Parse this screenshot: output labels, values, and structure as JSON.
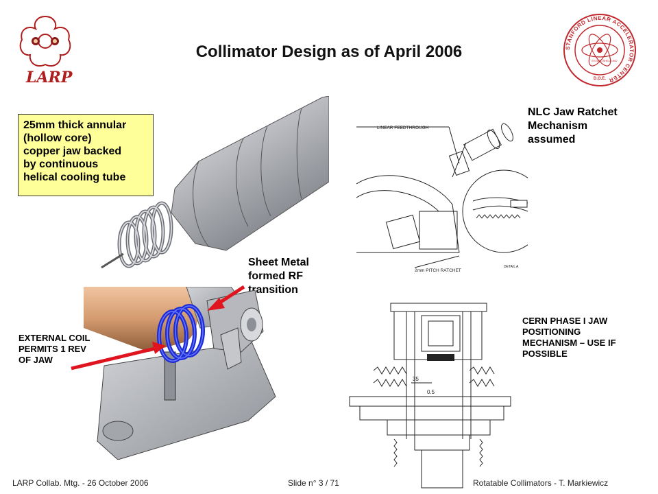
{
  "slide": {
    "title": "Collimator Design as of April 2006",
    "larp_logo_text": "LARP",
    "callout_lines": [
      "25mm thick annular",
      "(hollow core)",
      "copper jaw backed",
      "by continuous",
      "helical cooling tube"
    ],
    "nlc_label_lines": [
      "NLC Jaw Ratchet",
      "Mechanism",
      "assumed"
    ],
    "sheet_metal_lines": [
      "Sheet Metal",
      "formed RF",
      "transition"
    ],
    "external_coil_lines": [
      "EXTERNAL COIL",
      "PERMITS 1 REV",
      "OF JAW"
    ],
    "cern_lines": [
      "CERN PHASE I JAW",
      "POSITIONING",
      "MECHANISM – USE IF",
      "POSSIBLE"
    ],
    "drawing_labels": {
      "linear_feedthrough": "LINEAR FEEDTHROUGH",
      "pitch_ratchet": "2mm PITCH RATCHET",
      "detail_a": "DETAIL A",
      "dim_35": "35",
      "dim_05": "0.5"
    },
    "slac_logo": {
      "ring_text": "STANFORD LINEAR ACCELERATOR CENTER",
      "established": "ESTABLISHED 1962",
      "doe": "D.O.E."
    },
    "footer": {
      "left": "LARP Collab. Mtg.  -  26 October 2006",
      "center": "Slide n° 3 / 71",
      "right": "Rotatable Collimators - T. Markiewicz"
    }
  },
  "colors": {
    "arrow_red": "#e0141e",
    "callout_yellow": "#ffff99",
    "larp_red": "#b01d1d",
    "slac_red": "#c0282d",
    "copper": "#d39a6e",
    "coil_blue": "#1c2cd6",
    "metal_gray": "#a9abb0"
  },
  "icons": [
    "larp-logo-icon",
    "slac-logo-icon"
  ]
}
